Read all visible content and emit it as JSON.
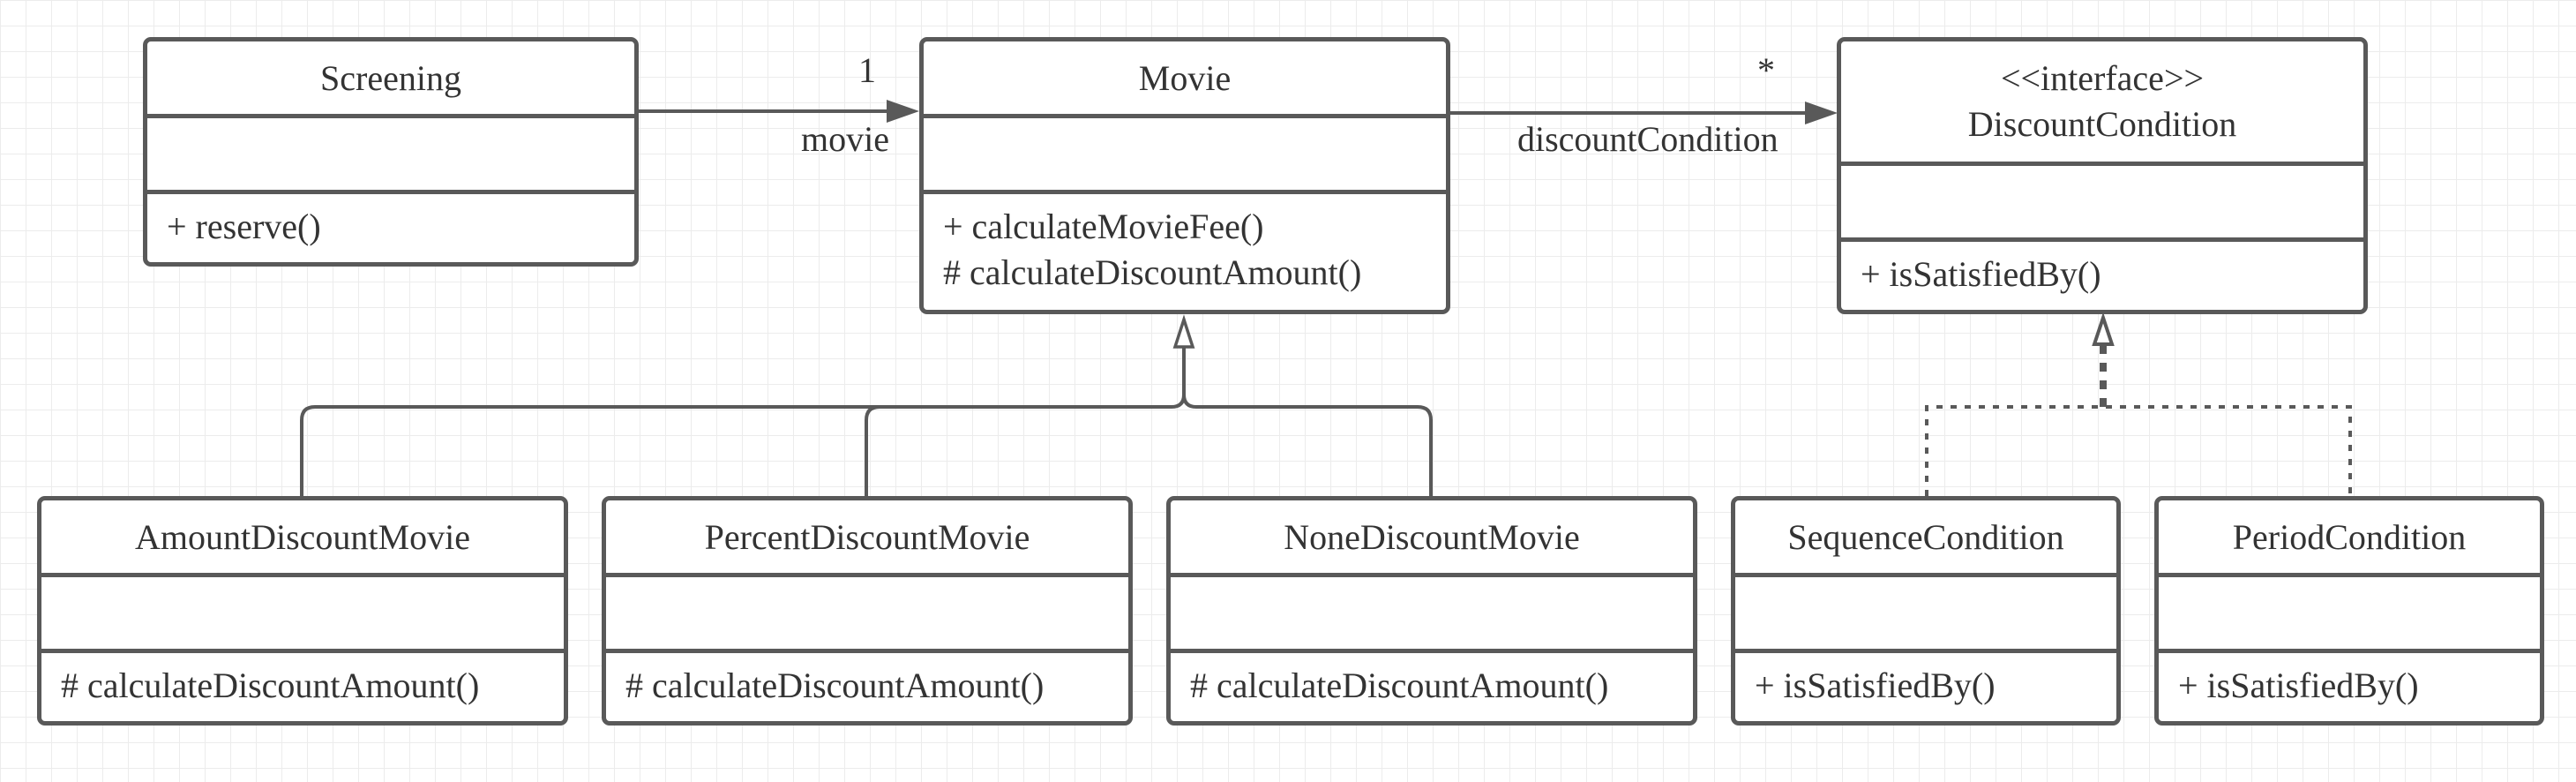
{
  "classes": {
    "screening": {
      "name": "Screening",
      "operations": [
        "+ reserve()"
      ]
    },
    "movie": {
      "name": "Movie",
      "operations": [
        "+ calculateMovieFee()",
        "# calculateDiscountAmount()"
      ]
    },
    "discount_condition": {
      "stereotype": "<<interface>>",
      "name": "DiscountCondition",
      "operations": [
        "+ isSatisfiedBy()"
      ]
    },
    "amount_discount_movie": {
      "name": "AmountDiscountMovie",
      "operations": [
        "# calculateDiscountAmount()"
      ]
    },
    "percent_discount_movie": {
      "name": "PercentDiscountMovie",
      "operations": [
        "# calculateDiscountAmount()"
      ]
    },
    "none_discount_movie": {
      "name": "NoneDiscountMovie",
      "operations": [
        "# calculateDiscountAmount()"
      ]
    },
    "sequence_condition": {
      "name": "SequenceCondition",
      "operations": [
        "+ isSatisfiedBy()"
      ]
    },
    "period_condition": {
      "name": "PeriodCondition",
      "operations": [
        "+ isSatisfiedBy()"
      ]
    }
  },
  "associations": {
    "screening_movie": {
      "multiplicity": "1",
      "role": "movie"
    },
    "movie_discount_condition": {
      "multiplicity": "*",
      "role": "discountCondition"
    }
  },
  "colors": {
    "line": "#595959",
    "grid": "#ececec",
    "text": "#333333",
    "background": "#ffffff"
  }
}
